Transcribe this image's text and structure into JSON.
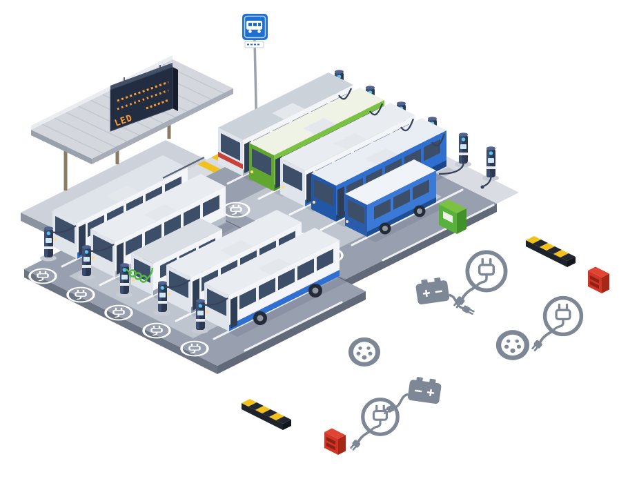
{
  "scene": {
    "title": "Electric bus charging station depot - isometric illustration",
    "background": "#ffffff"
  },
  "shelter": {
    "led_label": "LED"
  },
  "lots": {
    "upper": {
      "bus_count": 5,
      "charging_posts": 6
    },
    "lower": {
      "bus_count": 5,
      "charging_posts": 5
    }
  },
  "palette": {
    "lot_surface": "#98a0af",
    "lot_surface_light": "#c3c9d3",
    "lot_side": "#6c7484",
    "road": "#d9dce2",
    "line_white": "#ffffff",
    "bus_white": "#f3f5f8",
    "bus_green": "#7cc242",
    "bus_blue": "#2e6fd0",
    "post_navy": "#2b3850",
    "icon_gray": "#7d8795",
    "safety_yellow": "#f2c21c",
    "barrier_red": "#cf3626",
    "led_orange": "#ff9d2e",
    "cable_green": "#56b847"
  },
  "icons": {
    "ev_badge": "circle with charging plug and cable",
    "battery": "battery with charging plug cable",
    "socket": "round EV charging socket",
    "speed_bump": "yellow and black speed bump",
    "barrier": "red traffic barrier"
  }
}
